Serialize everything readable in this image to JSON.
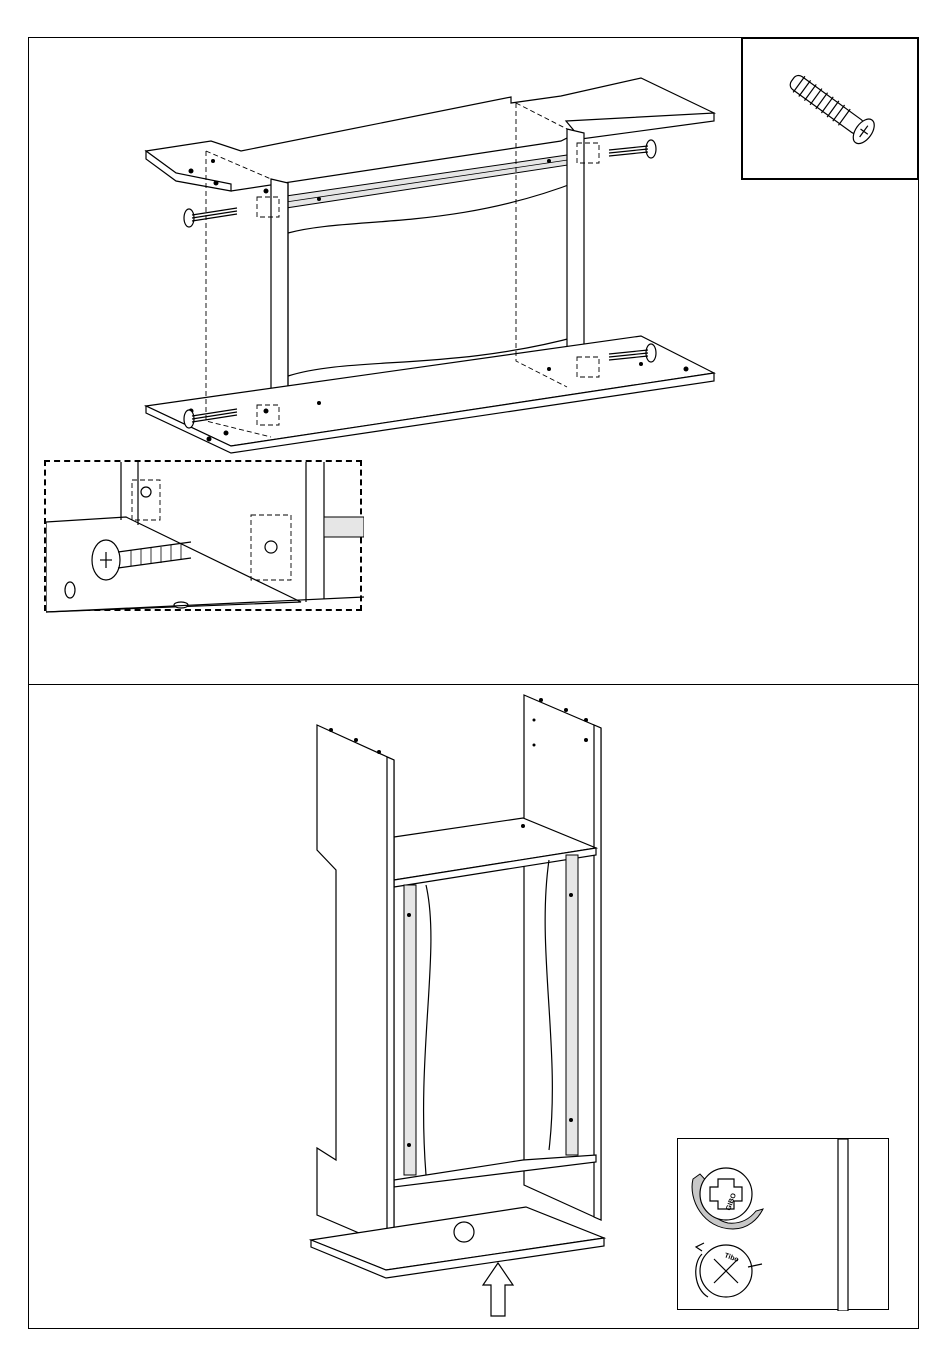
{
  "top_step": {
    "parts": [
      "top-board",
      "bottom-board",
      "left-side-panel",
      "right-side-panel",
      "back-rail-upper",
      "back-rail-lower"
    ],
    "fasteners": [
      "confirmat-screw",
      "confirmat-screw",
      "confirmat-screw",
      "confirmat-screw"
    ]
  },
  "screw_inset": {
    "icon": "confirmat-screw-icon"
  },
  "detail_inset": {
    "icon": "magnified-screw-detail"
  },
  "bottom_step": {
    "parts": [
      "left-side-panel",
      "right-side-panel",
      "shelf",
      "base-board"
    ],
    "arrow": "insert-direction-arrow"
  },
  "tighten_inset": {
    "icons": [
      "screwdriver-tighten-icon",
      "hand-rotate-icon"
    ],
    "brand_mark_1": "GIBO",
    "brand_mark_2": "Tibo"
  }
}
